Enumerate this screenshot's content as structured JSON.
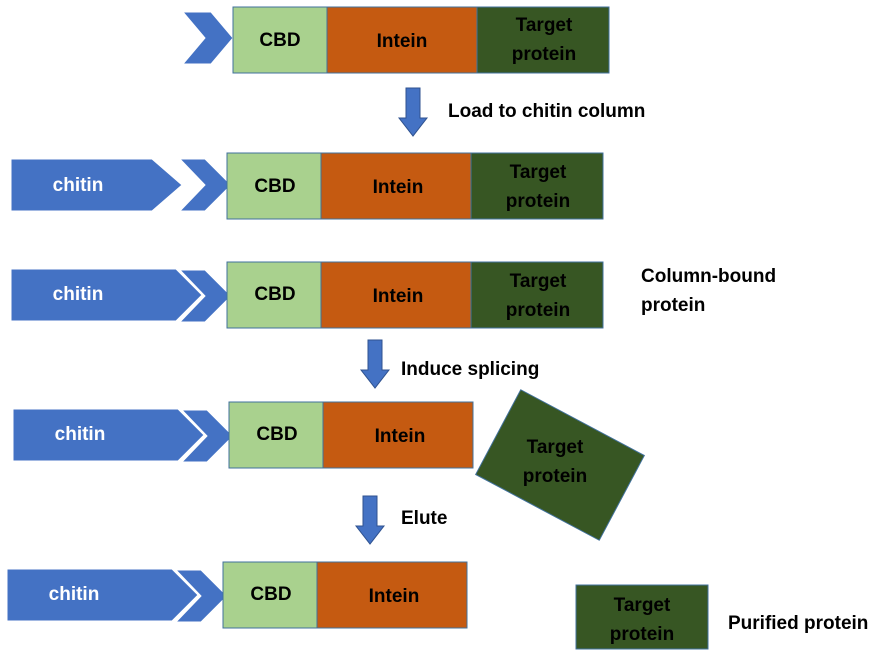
{
  "labels": {
    "cbd": "CBD",
    "intein": "Intein",
    "target_line1": "Target",
    "target_line2": "protein",
    "chitin": "chitin"
  },
  "steps": {
    "load": "Load to chitin column",
    "induce": "Induce splicing",
    "elute": "Elute"
  },
  "annotations": {
    "column_bound_line1": "Column-bound",
    "column_bound_line2": "protein",
    "purified": "Purified protein"
  },
  "colors": {
    "cbd": "#a9d18e",
    "intein": "#c55a11",
    "target": "#375623",
    "chitin": "#4472c4",
    "arrow": "#4472c4"
  }
}
